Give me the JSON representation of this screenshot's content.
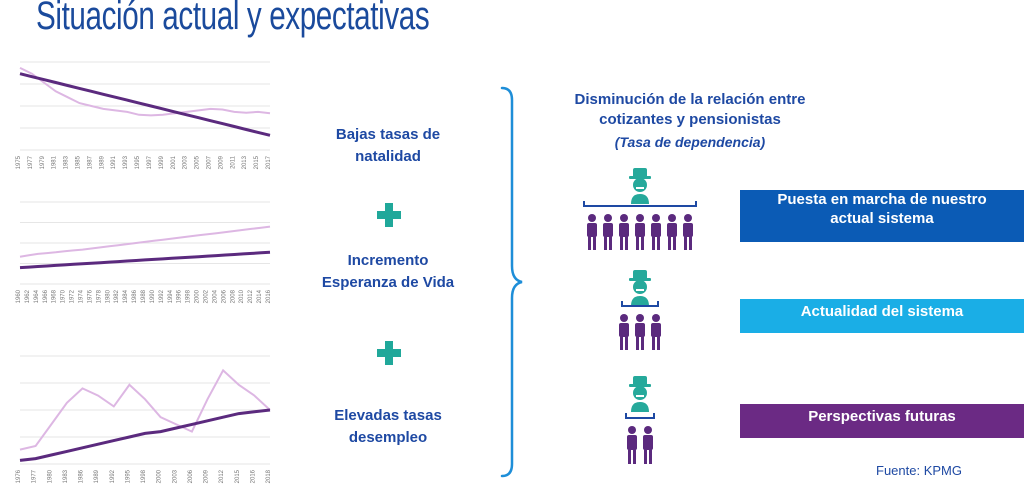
{
  "title": "Situación actual y expectativas",
  "factors": [
    {
      "label_line1": "Bajas tasas de",
      "label_line2": "natalidad"
    },
    {
      "label_line1": "Incremento",
      "label_line2": "Esperanza de Vida"
    },
    {
      "label_line1": "Elevadas tasas",
      "label_line2": "desempleo"
    }
  ],
  "result": {
    "title_line1": "Disminución de la relación entre",
    "title_line2": "cotizantes y pensionistas",
    "subtitle": "(Tasa de dependencia)"
  },
  "scenarios": [
    {
      "label_line1": "Puesta en marcha de nuestro",
      "label_line2": "actual sistema",
      "color": "#0b5bb5",
      "workers": 7
    },
    {
      "label_line1": "Actualidad del sistema",
      "label_line2": "",
      "color": "#1aaee6",
      "workers": 3
    },
    {
      "label_line1": "Perspectivas futuras",
      "label_line2": "",
      "color": "#6b2a84",
      "workers": 2
    }
  ],
  "source": "Fuente: KPMG",
  "colors": {
    "title": "#1a4a9c",
    "text": "#1e49a3",
    "plus": "#20a89a",
    "trend": "#5b2a7e",
    "series": "#ddb7e3",
    "person_worker": "#5b2a7e",
    "person_pensioner": "#26a99b"
  },
  "chart_data": [
    {
      "type": "line",
      "x": [
        "1975",
        "1977",
        "1979",
        "1981",
        "1983",
        "1985",
        "1987",
        "1989",
        "1991",
        "1993",
        "1995",
        "1997",
        "1999",
        "2001",
        "2003",
        "2005",
        "2007",
        "2009",
        "2011",
        "2013",
        "2015",
        "2017"
      ],
      "series": [
        {
          "values": [
            2.8,
            2.6,
            2.3,
            2.0,
            1.8,
            1.6,
            1.5,
            1.4,
            1.35,
            1.3,
            1.2,
            1.18,
            1.2,
            1.25,
            1.3,
            1.35,
            1.4,
            1.38,
            1.3,
            1.27,
            1.3,
            1.25
          ]
        },
        {
          "values": [
            2.6,
            2.5,
            2.4,
            2.3,
            2.2,
            2.1,
            2.0,
            1.9,
            1.8,
            1.7,
            1.6,
            1.5,
            1.4,
            1.3,
            1.2,
            1.1,
            1.0,
            0.9,
            0.8,
            0.7,
            0.6,
            0.5
          ]
        }
      ],
      "ylim": [
        0,
        3
      ]
    },
    {
      "type": "line",
      "x": [
        "1960",
        "1962",
        "1964",
        "1966",
        "1968",
        "1970",
        "1972",
        "1974",
        "1976",
        "1978",
        "1980",
        "1982",
        "1984",
        "1986",
        "1988",
        "1990",
        "1992",
        "1994",
        "1996",
        "1998",
        "2000",
        "2002",
        "2004",
        "2006",
        "2008",
        "2010",
        "2012",
        "2014",
        "2016"
      ],
      "series": [
        {
          "values": [
            70,
            70.5,
            71,
            71.3,
            71.6,
            72,
            72.3,
            72.6,
            73,
            73.4,
            73.8,
            74.2,
            74.6,
            75,
            75.4,
            75.8,
            76.2,
            76.6,
            77,
            77.4,
            77.8,
            78.2,
            78.6,
            79,
            79.4,
            79.8,
            80.2,
            80.6,
            81
          ]
        },
        {
          "values": [
            66,
            66.2,
            66.4,
            66.6,
            66.8,
            67,
            67.2,
            67.4,
            67.6,
            67.8,
            68,
            68.2,
            68.4,
            68.6,
            68.8,
            69,
            69.2,
            69.4,
            69.6,
            69.8,
            70,
            70.2,
            70.4,
            70.6,
            70.8,
            71,
            71.2,
            71.4,
            71.6
          ]
        }
      ],
      "ylim": [
        60,
        90
      ]
    },
    {
      "type": "line",
      "x": [
        "1976",
        "1977",
        "1980",
        "1983",
        "1986",
        "1989",
        "1992",
        "1995",
        "1998",
        "2000",
        "2003",
        "2006",
        "2009",
        "2012",
        "2015",
        "2016",
        "2018"
      ],
      "series": [
        {
          "values": [
            4,
            5,
            11,
            17,
            21,
            19,
            16,
            22,
            18,
            13,
            11,
            9,
            18,
            26,
            22,
            19,
            15
          ]
        },
        {
          "values": [
            1,
            1.5,
            2.5,
            3.5,
            4.5,
            5.5,
            6.5,
            7.5,
            8.5,
            9,
            10,
            11,
            12,
            13,
            14,
            14.5,
            15
          ]
        }
      ],
      "ylim": [
        0,
        30
      ]
    }
  ]
}
